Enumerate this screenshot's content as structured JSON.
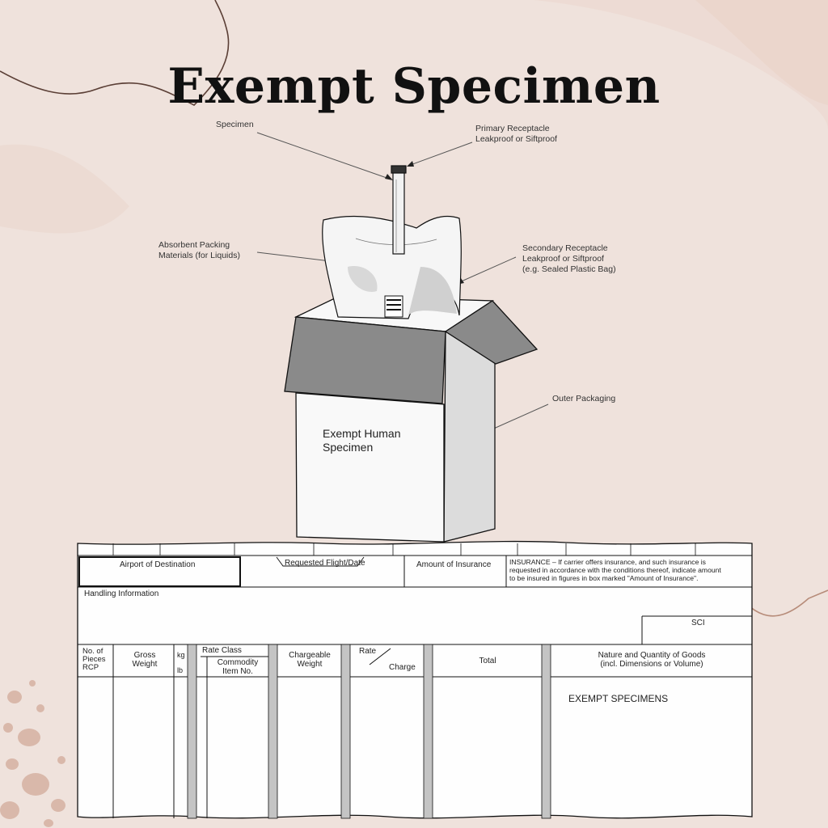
{
  "title": "Exempt Specimen",
  "diagram": {
    "labels": {
      "specimen": "Specimen",
      "primary": [
        "Primary Receptacle",
        "Leakproof or Siftproof"
      ],
      "absorbent": [
        "Absorbent Packing",
        "Materials (for Liquids)"
      ],
      "secondary": [
        "Secondary Receptacle",
        "Leakproof or Siftproof",
        "(e.g. Sealed Plastic Bag)"
      ],
      "outer": "Outer Packaging"
    },
    "box_text": [
      "Exempt Human",
      "Specimen"
    ]
  },
  "form": {
    "airport": "Airport of Destination",
    "flight": "Requested Flight/Date",
    "insurance_amount": "Amount of Insurance",
    "insurance_note": [
      "INSURANCE – If carrier offers insurance, and such insurance is",
      "requested in accordance with the conditions thereof, indicate amount",
      "to be insured in figures in box marked \"Amount of Insurance\"."
    ],
    "handling": "Handling Information",
    "sci": "SCI",
    "columns": {
      "pieces": [
        "No. of",
        "Pieces",
        "RCP"
      ],
      "gross": [
        "Gross",
        "Weight"
      ],
      "kg": "kg",
      "lb": "lb",
      "rate_class": "Rate Class",
      "commodity": [
        "Commodity",
        "Item No."
      ],
      "chargeable": [
        "Chargeable",
        "Weight"
      ],
      "rate": "Rate",
      "charge": "Charge",
      "total": "Total",
      "nature": [
        "Nature and Quantity of Goods",
        "(incl. Dimensions or Volume)"
      ]
    },
    "goods_entry": "EXEMPT SPECIMENS"
  },
  "colors": {
    "background": "#efe2dc",
    "decoration": "#e7cfc4",
    "curve": "#5b3f36",
    "dots": "#d9b8aa",
    "flap": "#8a8a8a"
  }
}
